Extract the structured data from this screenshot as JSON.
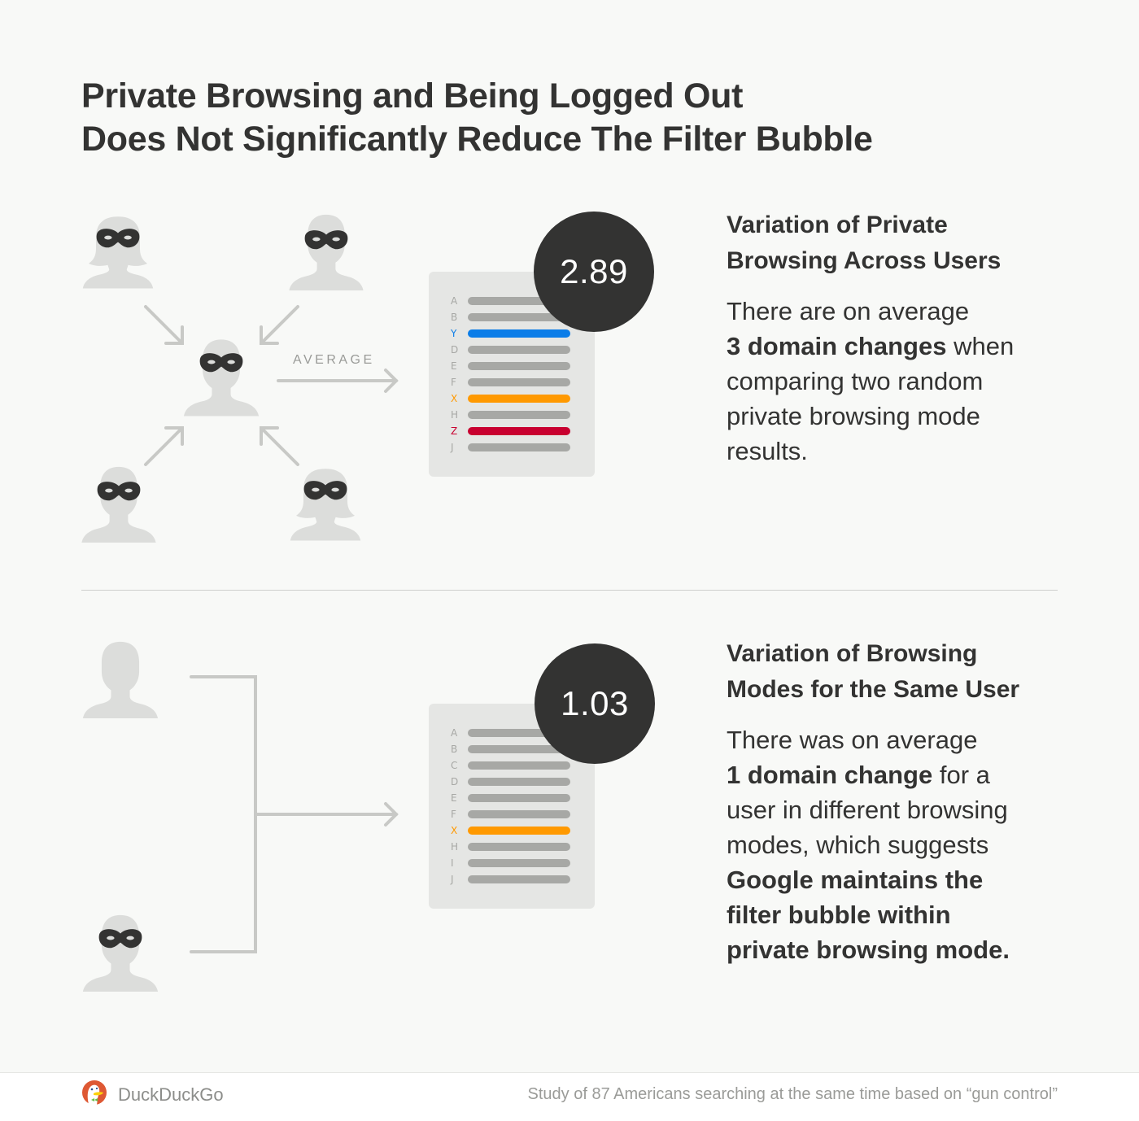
{
  "title": {
    "line1": "Private Browsing and Being Logged Out",
    "line2": "Does Not Significantly Reduce The Filter Bubble"
  },
  "colors": {
    "background": "#f8f9f7",
    "text": "#333332",
    "icon_gray": "#dcdddb",
    "arrow_gray": "#c8c9c6",
    "bar_gray": "#a7a8a5",
    "doc_bg": "#e5e6e4",
    "highlight_blue": "#0b7de8",
    "highlight_orange": "#ff9900",
    "highlight_red": "#c8002f",
    "circle": "#333332"
  },
  "section1": {
    "average_label": "AVERAGE",
    "users": [
      {
        "type": "female",
        "masked": true,
        "position": "top-left"
      },
      {
        "type": "male",
        "masked": true,
        "position": "top-right"
      },
      {
        "type": "male",
        "masked": true,
        "position": "center"
      },
      {
        "type": "male",
        "masked": true,
        "position": "bottom-left"
      },
      {
        "type": "female",
        "masked": true,
        "position": "bottom-right"
      }
    ],
    "score": "2.89",
    "results": [
      {
        "letter": "A",
        "highlight": null
      },
      {
        "letter": "B",
        "highlight": null
      },
      {
        "letter": "Y",
        "highlight": "blue"
      },
      {
        "letter": "D",
        "highlight": null
      },
      {
        "letter": "E",
        "highlight": null
      },
      {
        "letter": "F",
        "highlight": null
      },
      {
        "letter": "X",
        "highlight": "orange"
      },
      {
        "letter": "H",
        "highlight": null
      },
      {
        "letter": "Z",
        "highlight": "red"
      },
      {
        "letter": "J",
        "highlight": null
      }
    ],
    "heading": [
      "Variation of Private",
      "Browsing Across Users"
    ],
    "body": {
      "l1": "There are on average",
      "l2_bold": "3 domain changes",
      "l2_rest": " when",
      "l3": "comparing two random",
      "l4": "private browsing mode",
      "l5": "results."
    }
  },
  "section2": {
    "users": [
      {
        "type": "male",
        "masked": false,
        "position": "top"
      },
      {
        "type": "male",
        "masked": true,
        "position": "bottom"
      }
    ],
    "score": "1.03",
    "results": [
      {
        "letter": "A",
        "highlight": null
      },
      {
        "letter": "B",
        "highlight": null
      },
      {
        "letter": "C",
        "highlight": null
      },
      {
        "letter": "D",
        "highlight": null
      },
      {
        "letter": "E",
        "highlight": null
      },
      {
        "letter": "F",
        "highlight": null
      },
      {
        "letter": "X",
        "highlight": "orange"
      },
      {
        "letter": "H",
        "highlight": null
      },
      {
        "letter": "I",
        "highlight": null
      },
      {
        "letter": "J",
        "highlight": null
      }
    ],
    "heading": [
      "Variation of Browsing",
      "Modes for the Same User"
    ],
    "body": {
      "l1": "There was on average",
      "l2_bold": "1 domain change",
      "l2_rest": " for a",
      "l3": "user in different browsing",
      "l4": "modes, which suggests",
      "l5_bold": "Google maintains the",
      "l6_bold": "filter bubble within",
      "l7_bold": "private browsing mode."
    }
  },
  "footer": {
    "brand": "DuckDuckGo",
    "logo_icon": "duckduckgo-logo-icon",
    "note": "Study of 87 Americans searching at the same time based on “gun control”"
  }
}
